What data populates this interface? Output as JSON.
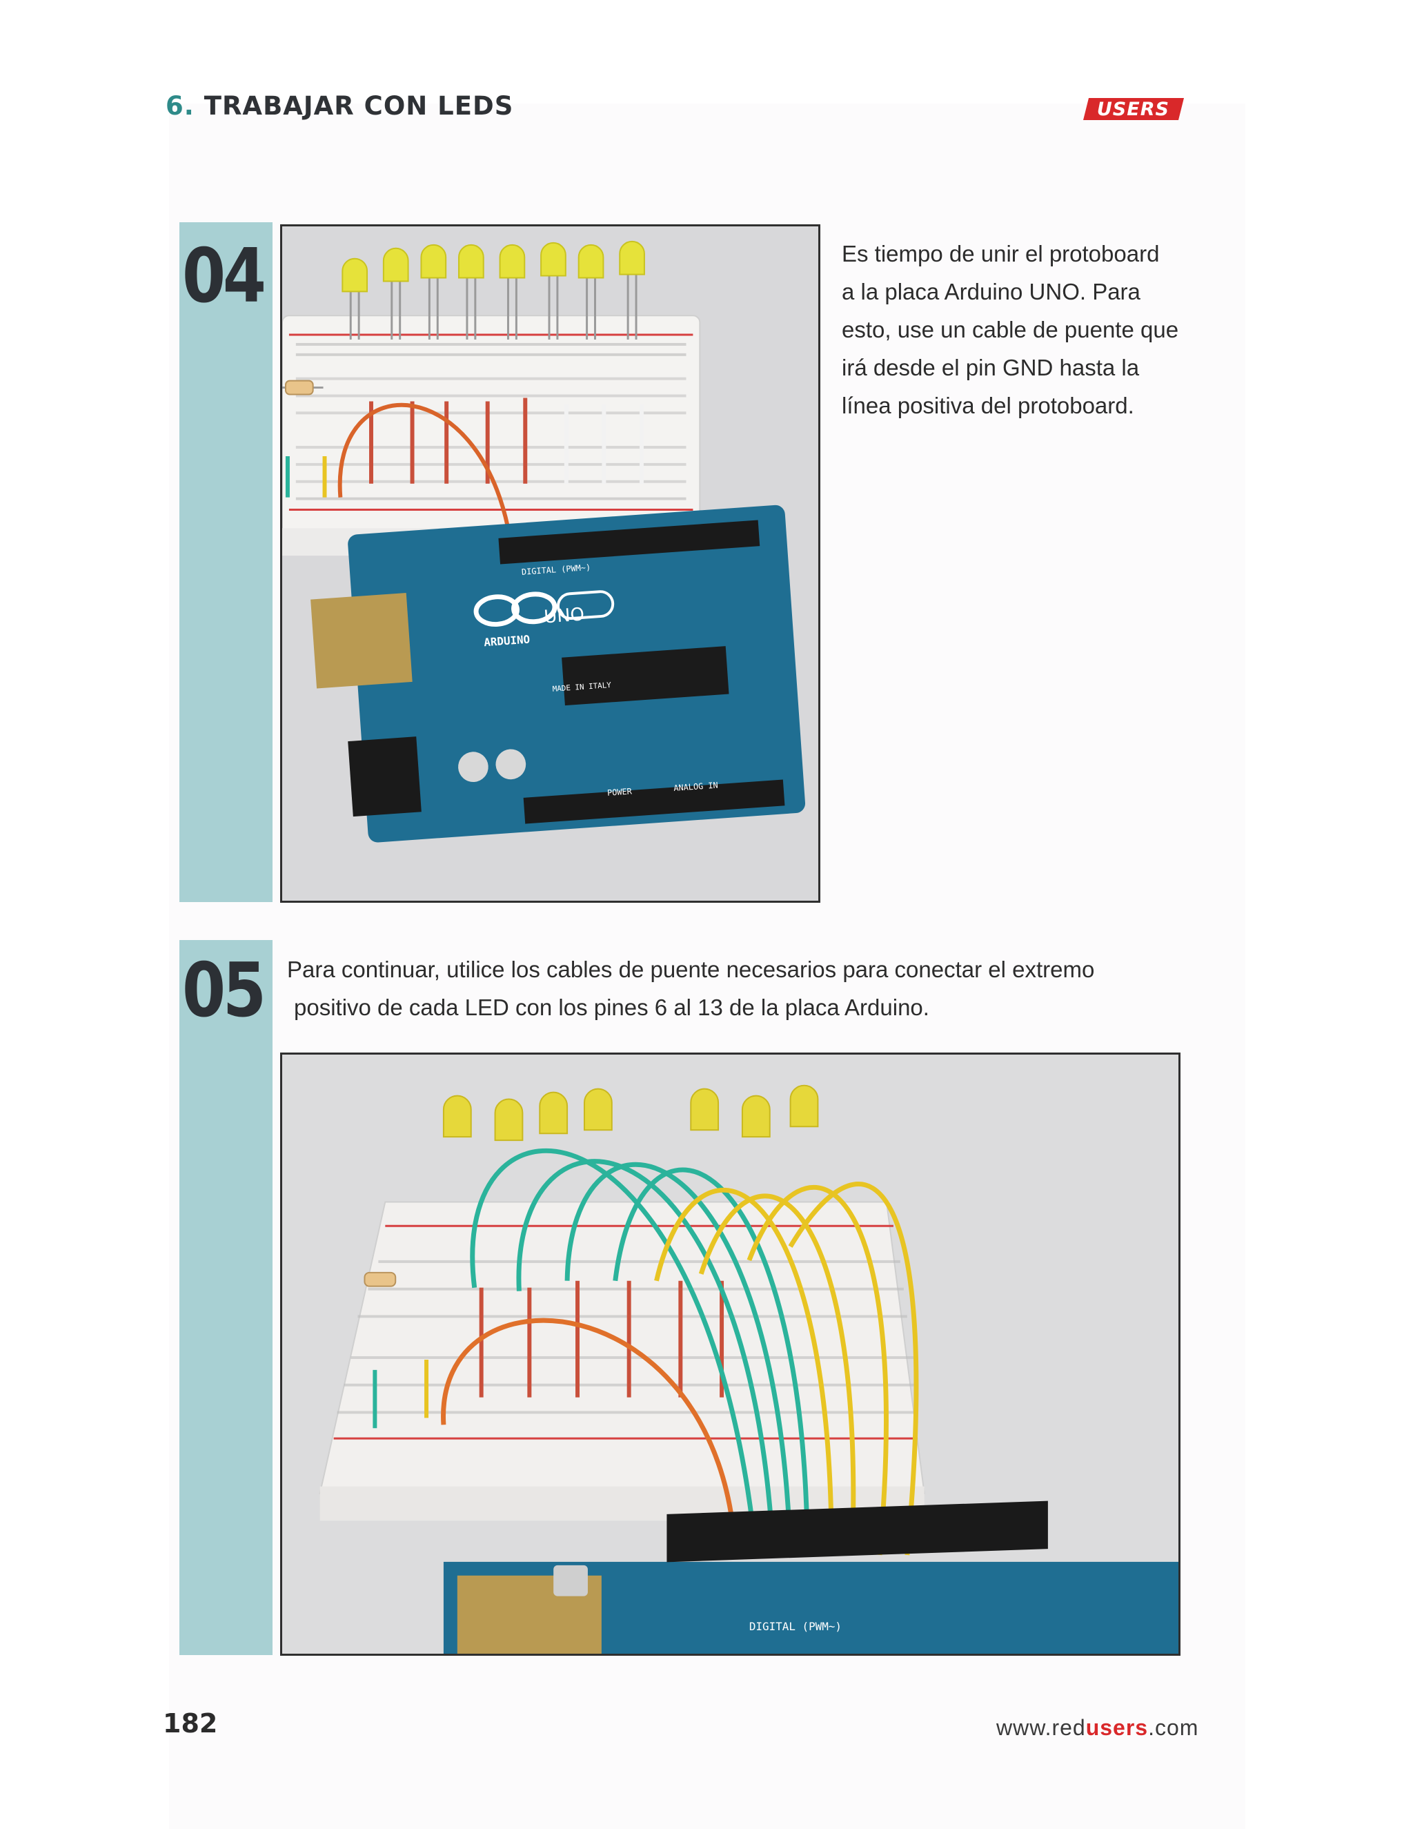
{
  "header": {
    "chapter_number": "6.",
    "chapter_title": "TRABAJAR CON LEDS",
    "brand": "USERS"
  },
  "steps": [
    {
      "number": "04",
      "text": "Es tiempo de unir el protoboard a la placa Arduino UNO. Para esto, use un cable de puente que irá desde el pin GND hasta la línea positiva del protoboard.",
      "text_lines": [
        "Es tiempo de unir el protoboard",
        "a la placa Arduino UNO. Para",
        "esto, use un cable de puente que",
        "irá desde el pin GND hasta la",
        "línea positiva del protoboard."
      ],
      "photo_labels": {
        "board_logo": "UNO",
        "board_name": "ARDUINO",
        "digital": "DIGITAL (PWM~)",
        "made_in": "MADE IN ITALY",
        "power": "POWER",
        "analog": "ANALOG IN"
      }
    },
    {
      "number": "05",
      "text_lines": [
        "Para continuar, utilice los cables de puente necesarios para conectar el extremo",
        "positivo de cada LED con los pines 6 al 13 de la placa Arduino."
      ],
      "photo_labels": {
        "digital": "DIGITAL (PWM~)"
      }
    }
  ],
  "footer": {
    "page_number": "182",
    "url_prefix": "www.red",
    "url_highlight": "users",
    "url_suffix": ".com"
  },
  "colors": {
    "accent_teal": "#2e8a89",
    "step_bar": "#a8d0d3",
    "brand_red": "#d9282a",
    "arduino_blue": "#1f6e92",
    "wire_orange": "#d9642a",
    "wire_teal": "#2bb39b",
    "wire_yellow": "#e8c422",
    "led_yellow": "#e6e23a"
  }
}
